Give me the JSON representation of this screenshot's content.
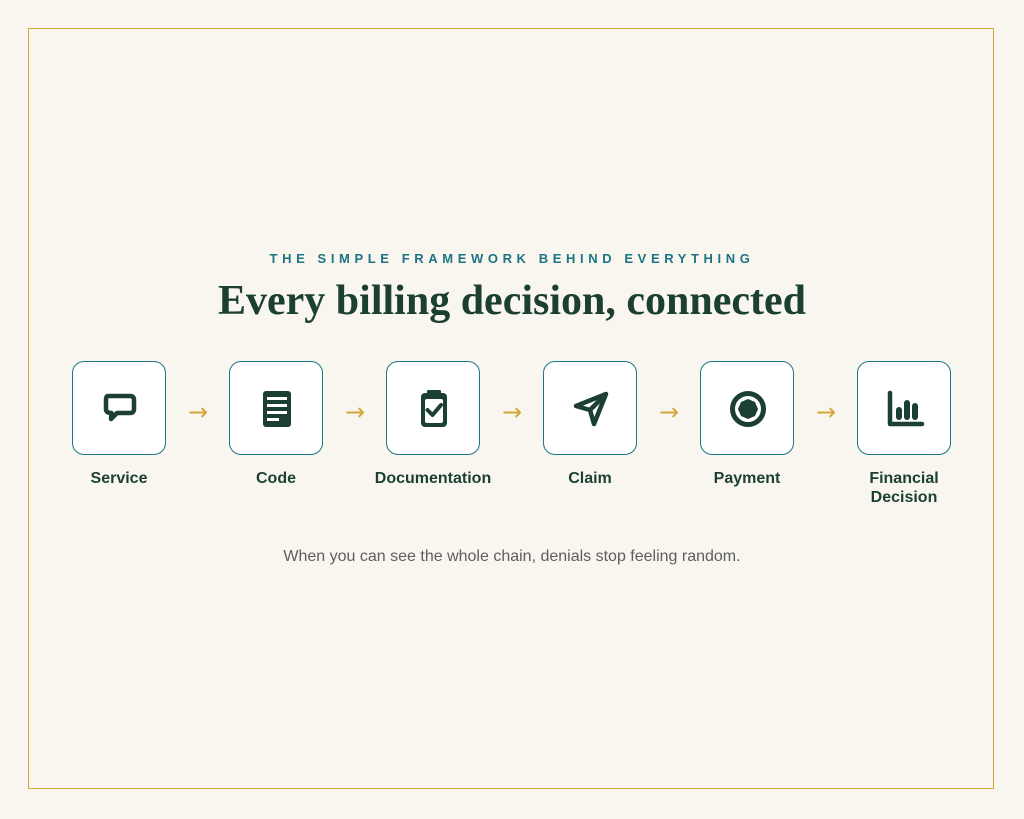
{
  "eyebrow": "THE SIMPLE FRAMEWORK BEHIND EVERYTHING",
  "title": "Every billing decision, connected",
  "steps": [
    {
      "label": "Service",
      "icon": "speech-bubble-icon"
    },
    {
      "label": "Code",
      "icon": "document-icon"
    },
    {
      "label": "Documentation",
      "icon": "clipboard-check-icon"
    },
    {
      "label": "Claim",
      "icon": "send-icon"
    },
    {
      "label": "Payment",
      "icon": "coin-icon"
    },
    {
      "label": "Financial\nDecision",
      "icon": "bar-chart-icon"
    }
  ],
  "arrow_glyph": "→",
  "footer": "When you can see the whole chain, denials stop feeling random.",
  "colors": {
    "background": "#f9f6f0",
    "frame": "#d4a73a",
    "accent_teal": "#1b7584",
    "dark_green": "#1b3f30",
    "arrow": "#d4a73a",
    "muted_text": "#5e5e5e"
  }
}
